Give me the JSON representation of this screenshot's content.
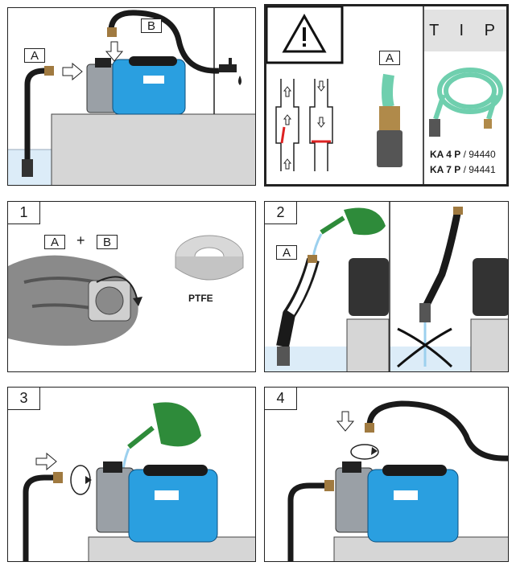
{
  "tags": {
    "a": "A",
    "b": "B"
  },
  "plus": "+",
  "tip": {
    "title": "T I P",
    "products": [
      {
        "model": "KA 4 P",
        "code": "/ 94440"
      },
      {
        "model": "KA 7 P",
        "code": "/ 94441"
      }
    ]
  },
  "ptfe_label": "PTFE",
  "steps": [
    "1",
    "2",
    "3",
    "4"
  ],
  "colors": {
    "pump_blue": "#2a9fe0",
    "hose": "#1a1a1a",
    "water": "#cfe6f7",
    "can_green": "#2e8b3a",
    "hose_green": "#6fcfae"
  },
  "icons": [
    "warning-icon",
    "arrow-right-icon",
    "arrow-down-icon",
    "rotate-icon",
    "faucet-icon",
    "cross-icon"
  ]
}
